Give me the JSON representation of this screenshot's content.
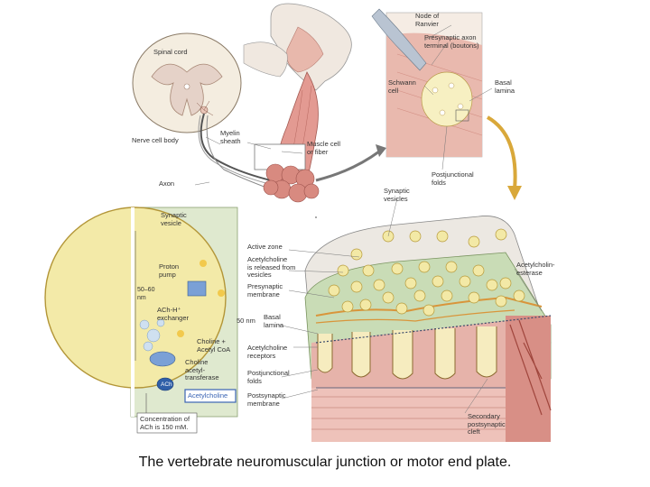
{
  "caption": "The vertebrate neuromuscular junction or motor end plate.",
  "labels": {
    "spinal_cord": "Spinal cord",
    "nerve_cell_body": "Nerve cell body",
    "myelin_sheath": "Myelin\nsheath",
    "muscle_cell_fiber": "Muscle cell\nor fiber",
    "axon": "Axon",
    "nodes_of_ranvier": "Node of\nRanvier",
    "presynaptic_terminal": "Presynaptic axon\nterminal (boutons)",
    "schwann_cell": "Schwann\ncell",
    "basal_lamina": "Basal\nlamina",
    "postjunctional_folds_top": "Postjunctional\nfolds",
    "synaptic_vesicles": "Synaptic\nvesicles",
    "synaptic_vesicle": "Synaptic\nvesicle",
    "proton_pump": "Proton\npump",
    "ach_exchanger": "ACh-H⁺\nexchanger",
    "diameter": "50–60\nnm",
    "choline_acetyl_coa": "Choline +\nAcetyl CoA",
    "choline_acetyltransferase": "Choline\nacetyl-\ntransferase",
    "acetylcholine_box": "Acetylcholine",
    "concentration": "Concentration of\nACh is 150 mM.",
    "ach": "ACh",
    "active_zone": "Active zone",
    "ach_released": "Acetylcholine\nis released from\nvesicles",
    "presynaptic_membrane": "Presynaptic\nmembrane",
    "cleft_width": "50 nm",
    "basal_lamina_2": "Basal\nlamina",
    "ach_receptors": "Acetylcholine\nreceptors",
    "postjunctional_folds": "Postjunctional\nfolds",
    "postsynaptic_membrane": "Postsynaptic\nmembrane",
    "acetylcholinesterase": "Acetylcholin-\nesterase",
    "secondary_cleft": "Secondary\npostsynaptic\ncleft"
  },
  "colors": {
    "vesicle": "#f3e9a6",
    "vesicle_edge": "#b79a3a",
    "muscle": "#e6a9a0",
    "muscle_dark": "#c96a62",
    "cleft_green": "#c9dcb6",
    "terminal_grey": "#d8d8d8",
    "enzyme_orange": "#d9953a",
    "box_blue": "#3a64b4"
  }
}
